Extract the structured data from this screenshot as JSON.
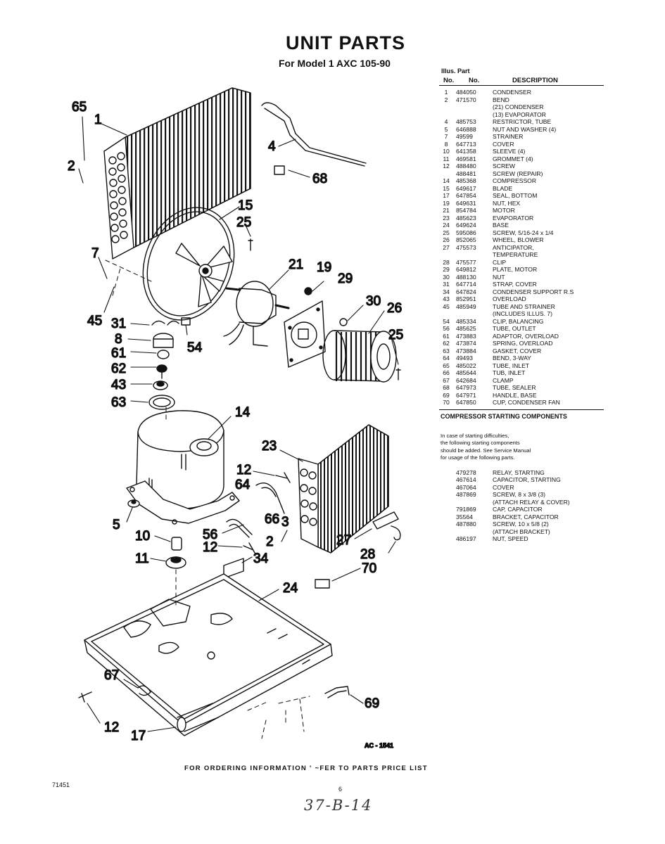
{
  "header": {
    "title": "UNIT PARTS",
    "subtitle": "For Model 1 AXC 105-90"
  },
  "parts_table": {
    "header_line1": "Illus. Part",
    "col_no": "No.",
    "col_part": "No.",
    "col_description": "DESCRIPTION",
    "rows": [
      {
        "illus": "1",
        "part": "484050",
        "desc": "CONDENSER"
      },
      {
        "illus": "2",
        "part": "471570",
        "desc": "BEND"
      },
      {
        "illus": "",
        "part": "",
        "desc": "(21) CONDENSER"
      },
      {
        "illus": "",
        "part": "",
        "desc": "(13) EVAPORATOR"
      },
      {
        "illus": "4",
        "part": "485753",
        "desc": "RESTRICTOR, TUBE"
      },
      {
        "illus": "5",
        "part": "646888",
        "desc": "NUT AND WASHER (4)"
      },
      {
        "illus": "7",
        "part": "49599",
        "desc": "STRAINER"
      },
      {
        "illus": "8",
        "part": "647713",
        "desc": "COVER"
      },
      {
        "illus": "10",
        "part": "641358",
        "desc": "SLEEVE (4)"
      },
      {
        "illus": "11",
        "part": "469581",
        "desc": "GROMMET (4)"
      },
      {
        "illus": "12",
        "part": "488480",
        "desc": "SCREW"
      },
      {
        "illus": "",
        "part": "488481",
        "desc": "SCREW (REPAIR)"
      },
      {
        "illus": "14",
        "part": "485368",
        "desc": "COMPRESSOR"
      },
      {
        "illus": "15",
        "part": "649617",
        "desc": "BLADE"
      },
      {
        "illus": "17",
        "part": "647854",
        "desc": "SEAL, BOTTOM"
      },
      {
        "illus": "19",
        "part": "649631",
        "desc": "NUT, HEX"
      },
      {
        "illus": "21",
        "part": "854784",
        "desc": "MOTOR"
      },
      {
        "illus": "23",
        "part": "485623",
        "desc": "EVAPORATOR"
      },
      {
        "illus": "24",
        "part": "649624",
        "desc": "BASE"
      },
      {
        "illus": "25",
        "part": "595086",
        "desc": "SCREW, 5/16-24 x 1/4"
      },
      {
        "illus": "26",
        "part": "852065",
        "desc": "WHEEL, BLOWER"
      },
      {
        "illus": "27",
        "part": "475573",
        "desc": "ANTICIPATOR,"
      },
      {
        "illus": "",
        "part": "",
        "desc": "TEMPERATURE"
      },
      {
        "illus": "28",
        "part": "475577",
        "desc": "CLIP"
      },
      {
        "illus": "29",
        "part": "649812",
        "desc": "PLATE, MOTOR"
      },
      {
        "illus": "30",
        "part": "488130",
        "desc": "NUT"
      },
      {
        "illus": "31",
        "part": "647714",
        "desc": "STRAP, COVER"
      },
      {
        "illus": "34",
        "part": "647824",
        "desc": "CONDENSER SUPPORT R.S"
      },
      {
        "illus": "43",
        "part": "852951",
        "desc": "OVERLOAD"
      },
      {
        "illus": "45",
        "part": "485949",
        "desc": "TUBE AND STRAINER"
      },
      {
        "illus": "",
        "part": "",
        "desc": "(INCLUDES ILLUS. 7)"
      },
      {
        "illus": "54",
        "part": "485334",
        "desc": "CLIP, BALANCING"
      },
      {
        "illus": "56",
        "part": "485625",
        "desc": "TUBE, OUTLET"
      },
      {
        "illus": "61",
        "part": "473883",
        "desc": "ADAPTOR, OVERLOAD"
      },
      {
        "illus": "62",
        "part": "473874",
        "desc": "SPRING, OVERLOAD"
      },
      {
        "illus": "63",
        "part": "473884",
        "desc": "GASKET, COVER"
      },
      {
        "illus": "64",
        "part": "49493",
        "desc": "BEND, 3-WAY"
      },
      {
        "illus": "65",
        "part": "485022",
        "desc": "TUBE, INLET"
      },
      {
        "illus": "66",
        "part": "485644",
        "desc": "TUB, INLET"
      },
      {
        "illus": "67",
        "part": "642684",
        "desc": "CLAMP"
      },
      {
        "illus": "68",
        "part": "647973",
        "desc": "TUBE, SEALER"
      },
      {
        "illus": "69",
        "part": "647971",
        "desc": "HANDLE, BASE"
      },
      {
        "illus": "70",
        "part": "647850",
        "desc": "CUP, CONDENSER FAN"
      }
    ]
  },
  "compressor_section": {
    "title": "COMPRESSOR STARTING COMPONENTS",
    "note_lines": [
      "In case of starting difficulties,",
      "the following starting components",
      "should be added. See Service Manual",
      "for usage of the following parts."
    ],
    "rows": [
      {
        "part": "479278",
        "desc": "RELAY, STARTING"
      },
      {
        "part": "467614",
        "desc": "CAPACITOR, STARTING"
      },
      {
        "part": "467064",
        "desc": "COVER"
      },
      {
        "part": "487869",
        "desc": "SCREW, 8 x 3/8 (3)"
      },
      {
        "part": "",
        "desc": "(ATTACH RELAY & COVER)"
      },
      {
        "part": "791869",
        "desc": "CAP, CAPACITOR"
      },
      {
        "part": "35564",
        "desc": "BRACKET, CAPACITOR"
      },
      {
        "part": "487880",
        "desc": "SCREW, 10 x 5/8 (2)"
      },
      {
        "part": "",
        "desc": "(ATTACH BRACKET)"
      },
      {
        "part": "486197",
        "desc": "NUT, SPEED"
      }
    ]
  },
  "diagram": {
    "drawing_code": "AC - 1541",
    "callouts": {
      "c65": "65",
      "c1": "1",
      "c2a": "2",
      "c7": "7",
      "c45": "45",
      "c4": "4",
      "c68": "68",
      "c15": "15",
      "c25a": "25",
      "c21": "21",
      "c19": "19",
      "c29": "29",
      "c30": "30",
      "c26": "26",
      "c25b": "25",
      "c31": "31",
      "c8": "8",
      "c54": "54",
      "c61": "61",
      "c62": "62",
      "c43": "43",
      "c63": "63",
      "c14": "14",
      "c23": "23",
      "c12a": "12",
      "c64": "64",
      "c66": "66",
      "c3": "3",
      "c5": "5",
      "c56": "56",
      "c2b": "2",
      "c10": "10",
      "c12b": "12",
      "c34": "34",
      "c11": "11",
      "c27": "27",
      "c28": "28",
      "c70": "70",
      "c24": "24",
      "c67": "67",
      "c12c": "12",
      "c17": "17",
      "c69": "69"
    }
  },
  "footer": {
    "ordering": "FOR ORDERING INFORMATION  ' ~FER TO PARTS PRICE LIST",
    "code": "71451",
    "page": "6",
    "handwritten": "37-B-14"
  }
}
